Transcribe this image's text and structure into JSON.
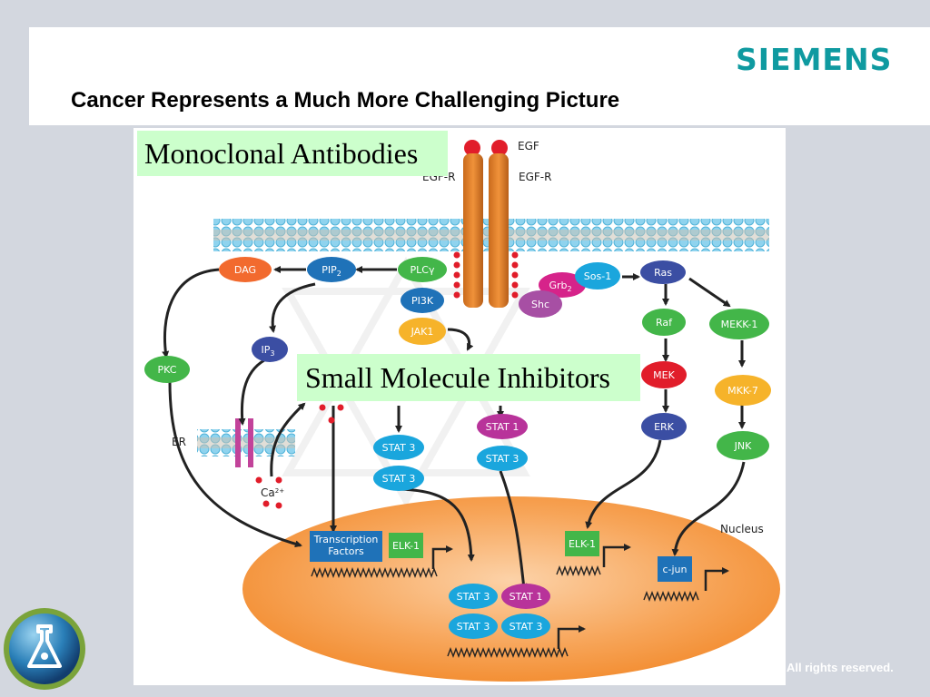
{
  "header": {
    "brand": "SIEMENS",
    "title": "Cancer Represents a Much More Challenging Picture"
  },
  "callouts": {
    "monoclonal": "Monoclonal Antibodies",
    "small_molecule": "Small Molecule Inhibitors"
  },
  "diagram": {
    "receptor_labels": {
      "egf": "EGF",
      "egfr_left": "EGF-R",
      "egfr_right": "EGF-R"
    },
    "nodes": {
      "dag": "DAG",
      "pip2": "PIP",
      "pip2_sub": "2",
      "plcg": "PLCγ",
      "pi3k": "PI3K",
      "jak1": "JAK1",
      "ip3": "IP",
      "ip3_sub": "3",
      "pkc": "PKC",
      "ca_top": "Ca",
      "ca_bottom": "Ca",
      "ca_bottom_sup": "2+",
      "er": "ER",
      "grb2": "Grb",
      "grb2_sub": "2",
      "sos1": "Sos-1",
      "shc": "Shc",
      "ras": "Ras",
      "raf": "Raf",
      "mek": "MEK",
      "erk": "ERK",
      "mekk1": "MEKK-1",
      "mkk7": "MKK-7",
      "jnk": "JNK",
      "stat3_a": "STAT 3",
      "stat3_b": "STAT 3",
      "stat1_a": "STAT 1",
      "stat3_c": "STAT 3"
    },
    "nucleus": {
      "label": "Nucleus",
      "transcription_factors": "Transcription Factors",
      "elk1_left": "ELK-1",
      "elk1_right": "ELK-1",
      "cjun": "c-jun",
      "stat3_1": "STAT 3",
      "stat1_1": "STAT 1",
      "stat3_2": "STAT 3",
      "stat3_3": "STAT 3"
    }
  },
  "footer": {
    "copyright": "All rights reserved."
  },
  "colors": {
    "brand": "#0f9aa0",
    "orange": "#f26a2e",
    "blue": "#1f72b8",
    "green": "#43b649",
    "cyan": "#1aa6dd",
    "purple": "#3b4ea3",
    "magenta": "#b8339a",
    "yellow": "#f6b32a",
    "red": "#e11d2a",
    "nucleus": "#f5923a"
  },
  "icons": {
    "logo": "flask-logo-icon"
  }
}
